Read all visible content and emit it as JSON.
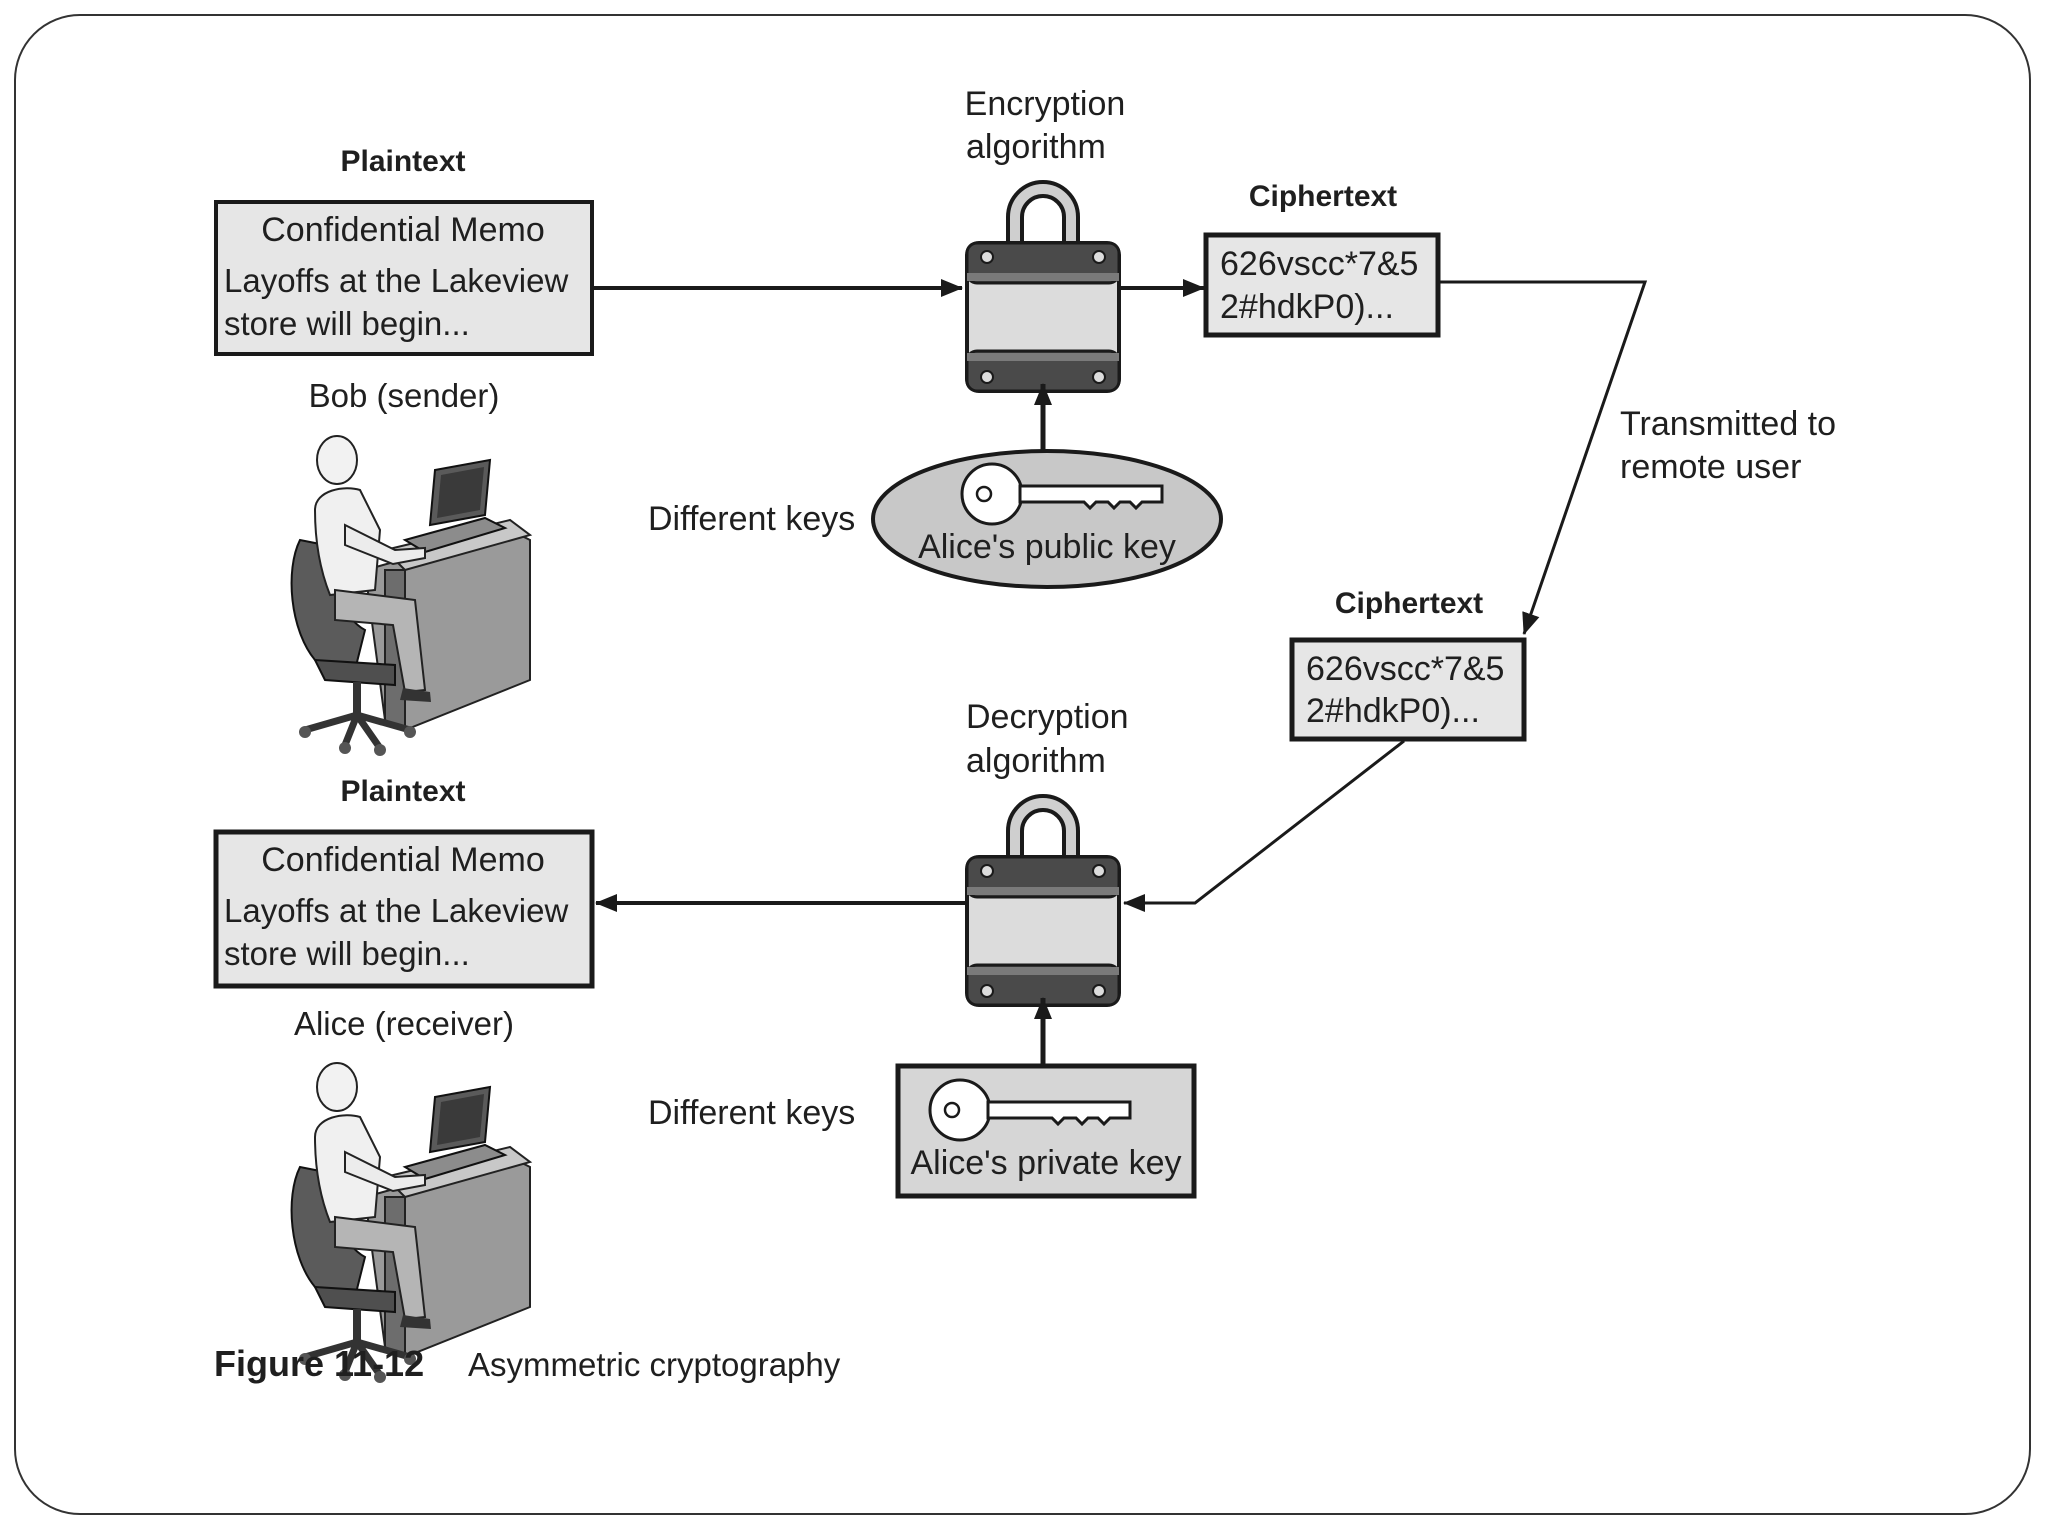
{
  "figure": {
    "number": "Figure 11-12",
    "caption": "Asymmetric cryptography"
  },
  "sender": {
    "heading": "Plaintext",
    "memo_title": "Confidential Memo",
    "memo_line1": "Layoffs at the Lakeview",
    "memo_line2": "store will begin...",
    "person": "Bob (sender)"
  },
  "receiver": {
    "heading": "Plaintext",
    "memo_title": "Confidential Memo",
    "memo_line1": "Layoffs at the Lakeview",
    "memo_line2": "store will begin...",
    "person": "Alice (receiver)"
  },
  "encryption": {
    "label_line1": "Encryption",
    "label_line2": "algorithm",
    "keys_label": "Different keys",
    "key_name": "Alice's public key"
  },
  "decryption": {
    "label_line1": "Decryption",
    "label_line2": "algorithm",
    "keys_label": "Different keys",
    "key_name": "Alice's private key"
  },
  "ciphertext_top": {
    "heading": "Ciphertext",
    "line1": "626vscc*7&5",
    "line2": "2#hdkP0)..."
  },
  "ciphertext_bottom": {
    "heading": "Ciphertext",
    "line1": "626vscc*7&5",
    "line2": "2#hdkP0)..."
  },
  "transmission": {
    "line1": "Transmitted to",
    "line2": "remote user"
  },
  "colors": {
    "box_fill": "#e6e6e6",
    "outline": "#1a1a1a",
    "lock_body": "#d9d9d9",
    "lock_band": "#4a4a4a",
    "key_oval": "#c8c8c8"
  }
}
